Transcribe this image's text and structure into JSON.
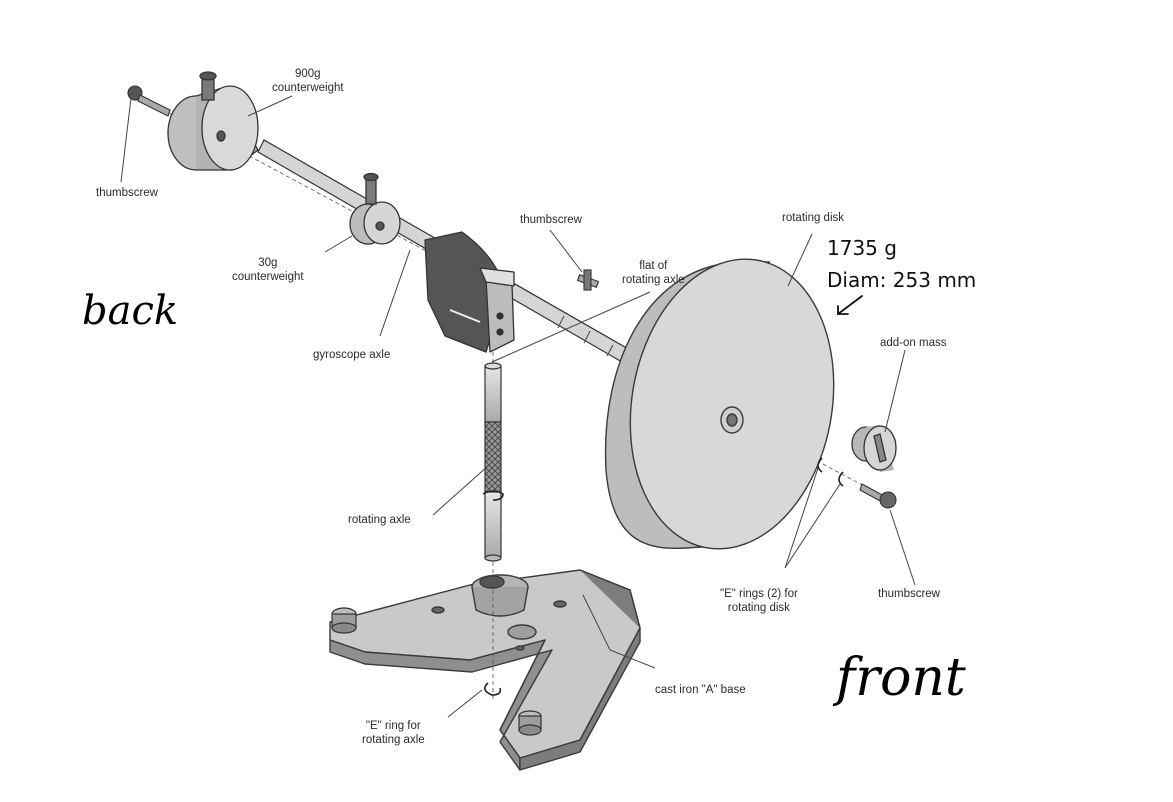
{
  "labels": {
    "counterweight_900": [
      "900g",
      "counterweight"
    ],
    "thumbscrew_back": "thumbscrew",
    "counterweight_30": [
      "30g",
      "counterweight"
    ],
    "thumbscrew_top": "thumbscrew",
    "flat_of_axle": [
      "flat of",
      "rotating axle"
    ],
    "rotating_disk": "rotating disk",
    "gyroscope_axle": "gyroscope axle",
    "add_on_mass": "add-on mass",
    "rotating_axle": "rotating axle",
    "e_rings_disk": [
      "\"E\" rings (2) for",
      "rotating disk"
    ],
    "thumbscrew_front": "thumbscrew",
    "cast_iron_base": "cast iron \"A\" base",
    "e_ring_axle": [
      "\"E\" ring for",
      "rotating axle"
    ]
  },
  "annotations": {
    "mass": "1735 g",
    "diameter": "Diam: 253 mm",
    "back": "back",
    "front": "front"
  }
}
